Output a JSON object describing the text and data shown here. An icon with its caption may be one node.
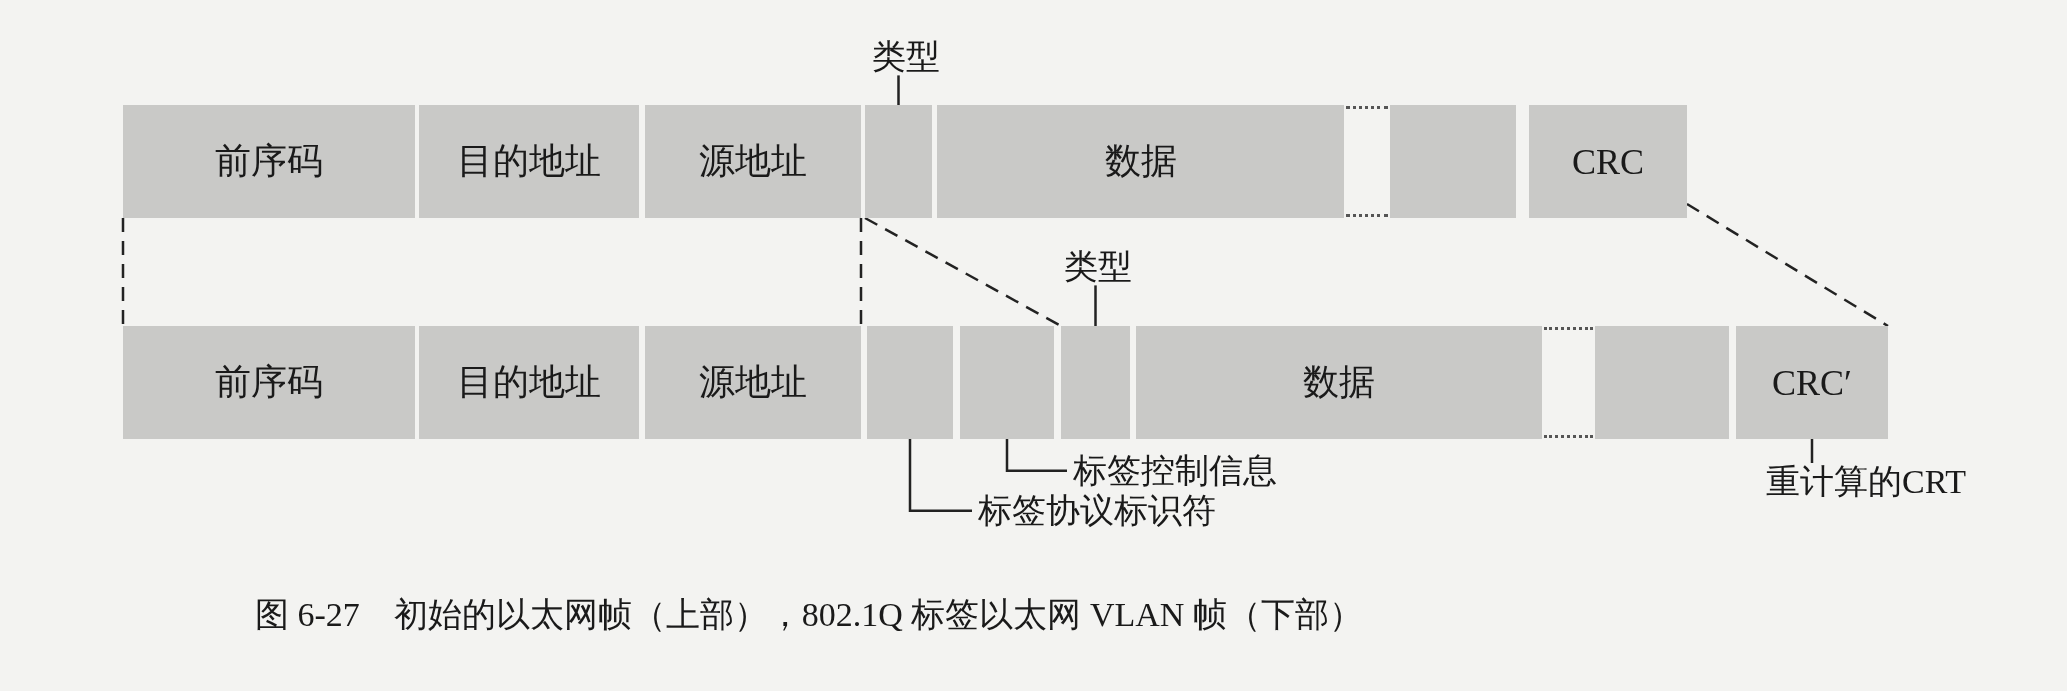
{
  "diagram": {
    "caption": "图 6-27　初始的以太网帧（上部），802.1Q 标签以太网 VLAN 帧（下部）",
    "nodes": [
      {
        "text": [
          "类型"
        ]
      },
      {
        "text": [
          "前序码"
        ]
      },
      {
        "text": [
          "目的地址"
        ]
      },
      {
        "text": [
          "源地址"
        ]
      },
      {
        "text": [],
        "shape": "box"
      },
      {
        "text": [
          "数据"
        ]
      },
      {
        "text": [],
        "shape": "box"
      },
      {
        "text": [
          "CRC"
        ]
      },
      {
        "text": [
          "类型"
        ]
      },
      {
        "text": [
          "前序码"
        ]
      },
      {
        "text": [
          "目的地址"
        ]
      },
      {
        "text": [
          "源地址"
        ]
      },
      {
        "text": [],
        "shape": "box"
      },
      {
        "text": [],
        "shape": "box"
      },
      {
        "text": [],
        "shape": "box"
      },
      {
        "text": [
          "数据"
        ]
      },
      {
        "text": [],
        "shape": "box"
      },
      {
        "text": [
          "CRC′"
        ]
      },
      {
        "text": [
          "标签控制信息"
        ]
      },
      {
        "text": [
          "重计算的CRT"
        ]
      },
      {
        "text": [
          "标签协议标识符"
        ]
      }
    ],
    "edges": [
      {
        "from": 0,
        "to": 4,
        "arrow": "none"
      },
      {
        "from": 8,
        "to": 14,
        "arrow": "none"
      },
      {
        "from": 18,
        "to": 13,
        "arrow": "none"
      },
      {
        "from": 20,
        "to": 12,
        "arrow": "none"
      },
      {
        "from": 19,
        "to": 17,
        "arrow": "none"
      },
      {
        "from": 1,
        "to": 9,
        "arrow": "none",
        "style": "dashed"
      },
      {
        "from": 3,
        "to": 11,
        "arrow": "none",
        "style": "dashed"
      },
      {
        "from": 4,
        "to": 14,
        "arrow": "none",
        "style": "dashed"
      },
      {
        "from": 7,
        "to": 17,
        "arrow": "none",
        "style": "dashed"
      }
    ]
  }
}
